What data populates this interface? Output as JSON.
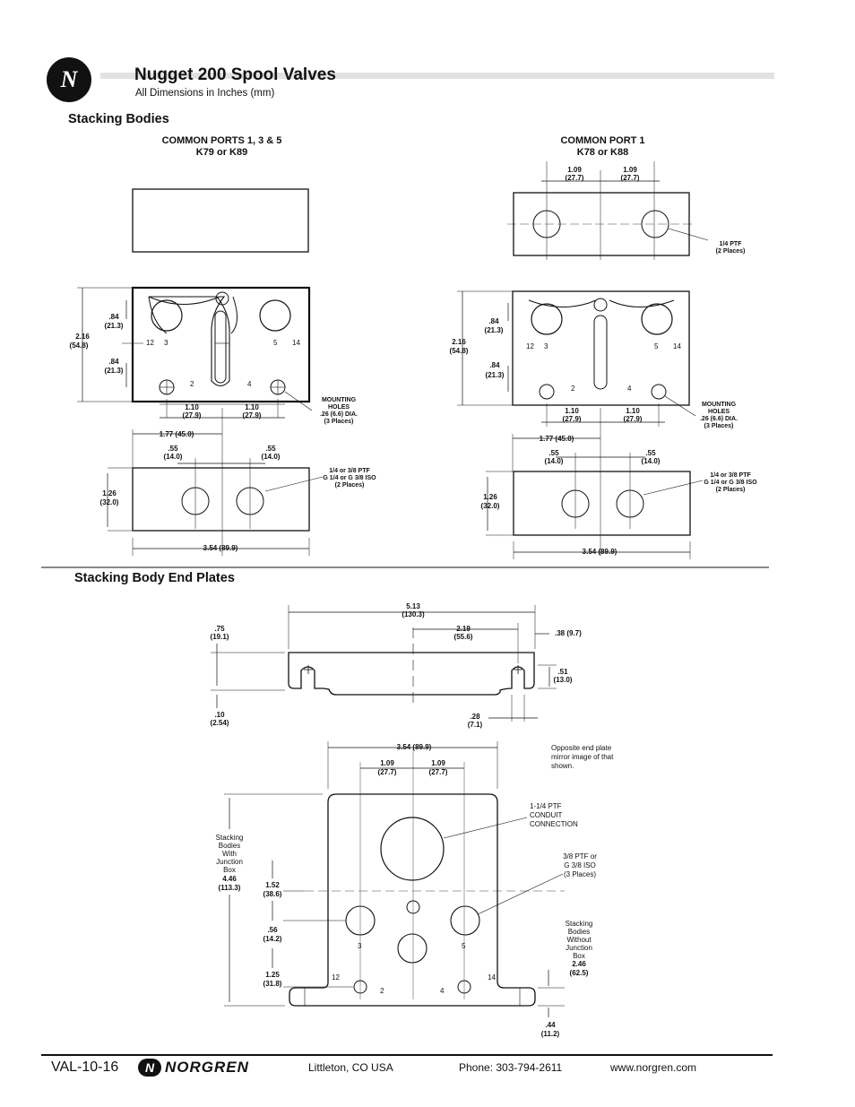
{
  "header": {
    "logo_letter": "N",
    "title": "Nugget 200 Spool Valves",
    "subtitle": "All Dimensions in Inches (mm)"
  },
  "sections": {
    "stacking_bodies": "Stacking Bodies",
    "end_plates": "Stacking Body End Plates"
  },
  "left_body": {
    "caption_line1": "COMMON PORTS 1, 3 & 5",
    "caption_line2": "K79 or K89"
  },
  "right_body": {
    "caption_line1": "COMMON PORT  1",
    "caption_line2": "K78 or K88"
  },
  "labels": {
    "port12": "12",
    "port3": "3",
    "port5": "5",
    "port14": "14",
    "port2": "2",
    "port4": "4",
    "d216": "2.16",
    "d216mm": "(54.8)",
    "d84": ".84",
    "d84mm": "(21.3)",
    "d110": "1.10",
    "d110mm": "(27.9)",
    "d177": "1.77 (45.0)",
    "d55": ".55",
    "d55mm": "(14.0)",
    "d126": "1.26",
    "d126mm": "(32.0)",
    "d354": "3.54 (89.9)",
    "d109": "1.09",
    "d109mm": "(27.7)",
    "mount1": "MOUNTING",
    "mount2": "HOLES",
    "mount3": ".26 (6.6) DIA.",
    "mount4": "(3 Places)",
    "ptf1": "1/4 or 3/8 PTF",
    "ptf2": "G 1/4 or G 3/8 ISO",
    "ptf3": "(2 Places)",
    "qptf1": "1/4 PTF",
    "qptf2": "(2 Places)",
    "d513": "5.13",
    "d513mm": "(130.3)",
    "d219": "2.19",
    "d219mm": "(55.6)",
    "d38": ".38 (9.7)",
    "d75": ".75",
    "d75mm": "(19.1)",
    "d51": ".51",
    "d51mm": "(13.0)",
    "d10": ".10",
    "d10mm": "(2.54)",
    "d28": ".28",
    "d28mm": "(7.1)",
    "opp1": "Opposite end plate",
    "opp2": "mirror image of that",
    "opp3": "shown.",
    "cond1": "1-1/4 PTF",
    "cond2": "CONDUIT",
    "cond3": "CONNECTION",
    "iso1": "3/8 PTF or",
    "iso2": "G 3/8 ISO",
    "iso3": "(3 Places)",
    "sw1": "Stacking",
    "sw2": "Bodies",
    "sw3": "With",
    "sw4": "Junction",
    "sw5": "Box",
    "d446": "4.46",
    "d446mm": "(113.3)",
    "d152": "1.52",
    "d152mm": "(38.6)",
    "d56": ".56",
    "d56mm": "(14.2)",
    "d125": "1.25",
    "d125mm": "(31.8)",
    "so1": "Stacking",
    "so2": "Bodies",
    "so3": "Without",
    "so4": "Junction",
    "so5": "Box",
    "d246": "2.46",
    "d246mm": "(62.5)",
    "d44": ".44",
    "d44mm": "(11.2)"
  },
  "footer": {
    "page": "VAL-10-16",
    "brand_mark": "N",
    "brand": "NORGREN",
    "city": "Littleton,  CO  USA",
    "phone": "Phone: 303-794-2611",
    "web": "www.norgren.com"
  }
}
